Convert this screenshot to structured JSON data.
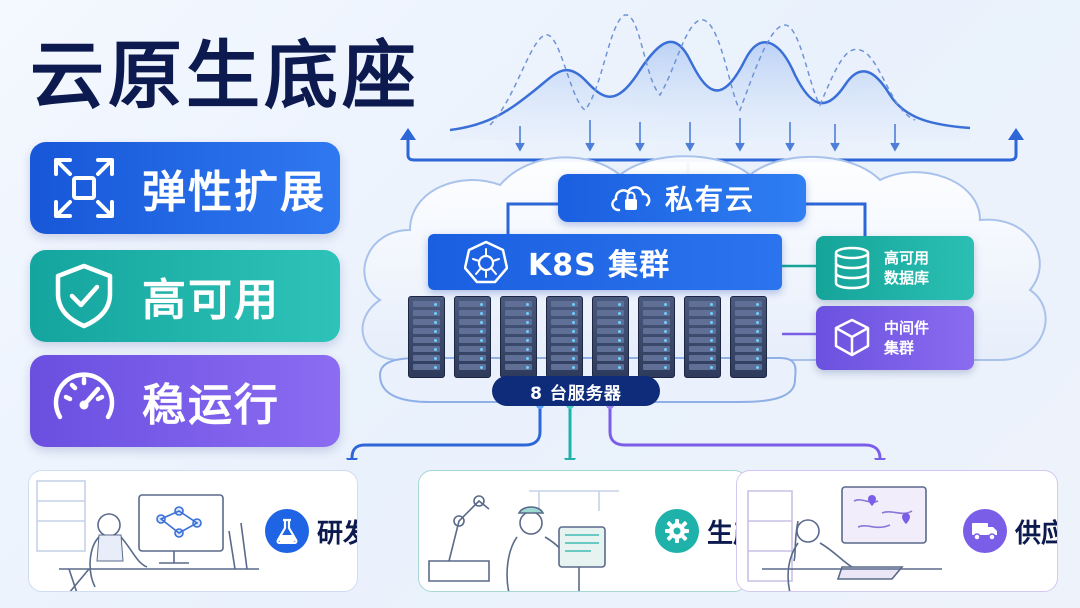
{
  "title": "云原生底座",
  "features": [
    {
      "label": "弹性扩展",
      "icon": "expand-icon",
      "color": "#1f64e4"
    },
    {
      "label": "高可用",
      "icon": "shield-check-icon",
      "color": "#1fb2aa"
    },
    {
      "label": "稳运行",
      "icon": "speedometer-icon",
      "color": "#7a5ee8"
    }
  ],
  "diagram": {
    "private_cloud": {
      "label": "私有云",
      "icon": "cloud-lock-icon"
    },
    "k8s_cluster": {
      "label": "K8S 集群",
      "icon": "kubernetes-icon"
    },
    "servers": {
      "label": "8 台服务器",
      "count": 8
    },
    "database": {
      "line1": "高可用",
      "line2": "数据库",
      "icon": "database-icon"
    },
    "middleware": {
      "line1": "中间件",
      "line2": "集群",
      "icon": "cube-icon"
    }
  },
  "scenes": [
    {
      "label": "研发",
      "icon": "flask-icon",
      "color": "#1f64e4"
    },
    {
      "label": "生产",
      "icon": "gear-icon",
      "color": "#1fb2aa"
    },
    {
      "label": "供应",
      "icon": "truck-icon",
      "color": "#7a5ee8"
    }
  ],
  "colors": {
    "navy": "#0d1a4f",
    "blue": "#1f64e4",
    "teal": "#1fb2aa",
    "purple": "#7a5ee8"
  }
}
